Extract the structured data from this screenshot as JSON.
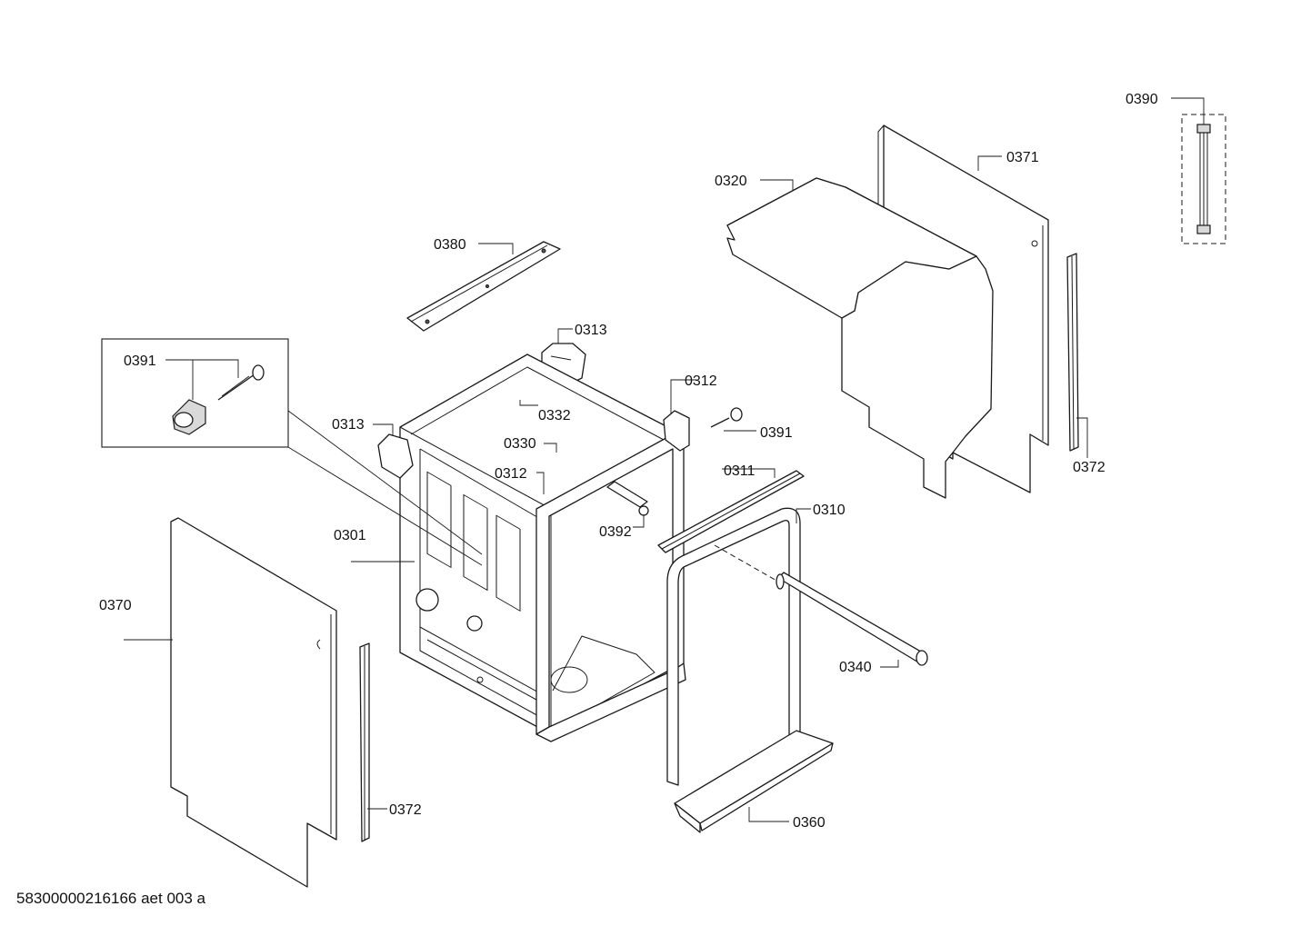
{
  "callouts": [
    {
      "id": "c0390",
      "text": "0390"
    },
    {
      "id": "c0371",
      "text": "0371"
    },
    {
      "id": "c0320",
      "text": "0320"
    },
    {
      "id": "c0380",
      "text": "0380"
    },
    {
      "id": "c0313a",
      "text": "0313"
    },
    {
      "id": "c0391a",
      "text": "0391"
    },
    {
      "id": "c0312a",
      "text": "0312"
    },
    {
      "id": "c0332",
      "text": "0332"
    },
    {
      "id": "c0391b",
      "text": "0391"
    },
    {
      "id": "c0313b",
      "text": "0313"
    },
    {
      "id": "c0330",
      "text": "0330"
    },
    {
      "id": "c0312b",
      "text": "0312"
    },
    {
      "id": "c0311",
      "text": "0311"
    },
    {
      "id": "c0372a",
      "text": "0372"
    },
    {
      "id": "c0310",
      "text": "0310"
    },
    {
      "id": "c0392",
      "text": "0392"
    },
    {
      "id": "c0301",
      "text": "0301"
    },
    {
      "id": "c0370",
      "text": "0370"
    },
    {
      "id": "c0340",
      "text": "0340"
    },
    {
      "id": "c0372b",
      "text": "0372"
    },
    {
      "id": "c0360",
      "text": "0360"
    }
  ],
  "footer_code": "58300000216166 aet 003 a"
}
